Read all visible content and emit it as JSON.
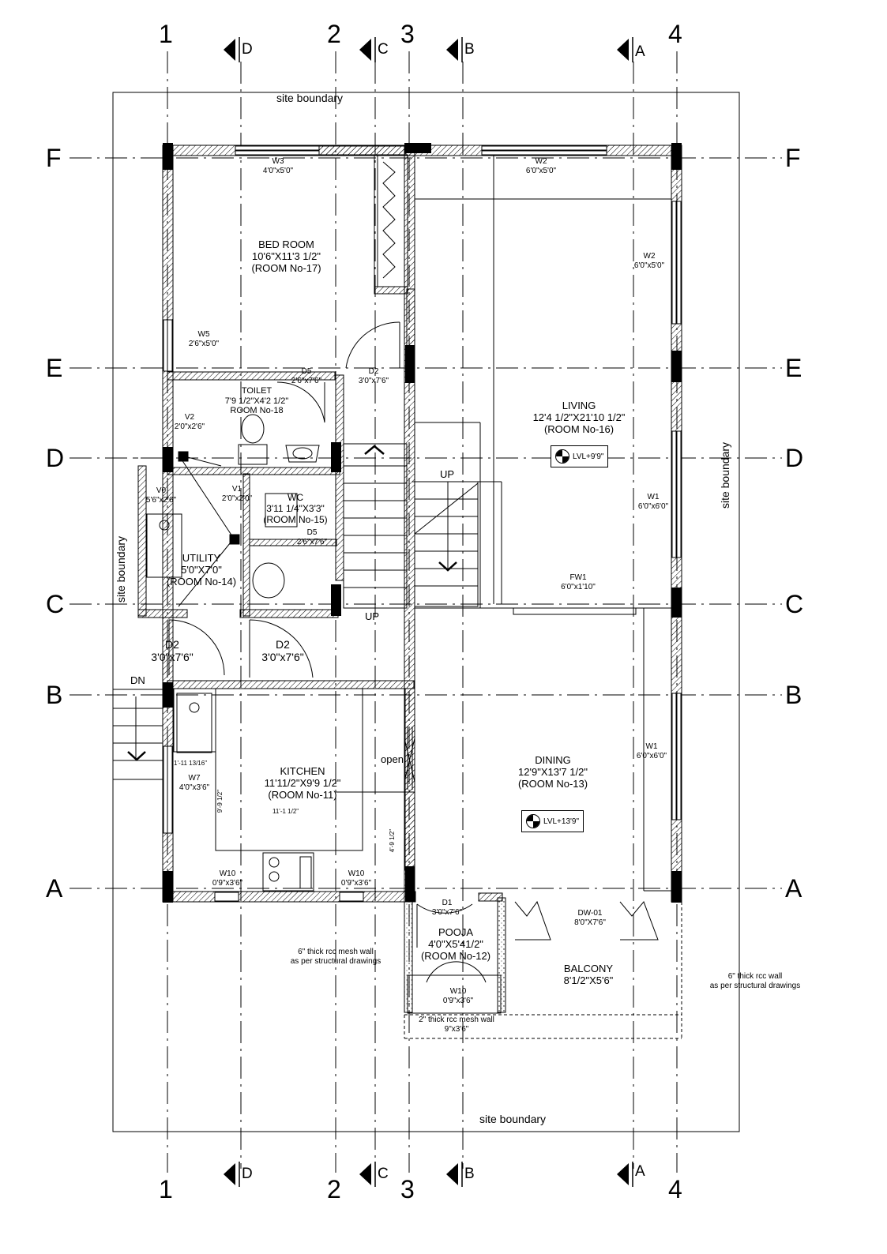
{
  "grid": {
    "numbers": [
      "1",
      "2",
      "3",
      "4"
    ],
    "letters": [
      "A",
      "B",
      "C",
      "D",
      "E",
      "F"
    ],
    "sections": [
      "D",
      "C",
      "B",
      "A"
    ]
  },
  "site": {
    "top": "site boundary",
    "bottom": "site boundary",
    "left": "site boundary",
    "right": "site boundary"
  },
  "rooms": {
    "bedroom": {
      "name": "BED ROOM",
      "size": "10'6\"X11'3 1/2\"",
      "no": "(ROOM No-17)"
    },
    "living": {
      "name": "LIVING",
      "size": "12'4 1/2\"X21'10 1/2\"",
      "no": "(ROOM No-16)"
    },
    "toilet": {
      "name": "TOILET",
      "size": "7'9 1/2\"X4'2 1/2\"",
      "no": "ROOM No-18"
    },
    "wc": {
      "name": "WC",
      "size": "3'11 1/4\"X3'3\"",
      "no": "(ROOM No-15)"
    },
    "utility": {
      "name": "UTILITY",
      "size": "5'0\"X7'0\"",
      "no": "(ROOM No-14)"
    },
    "kitchen": {
      "name": "KITCHEN",
      "size": "11'11/2\"X9'9 1/2\"",
      "no": "(ROOM No-11)"
    },
    "dining": {
      "name": "DINING",
      "size": "12'9\"X13'7 1/2\"",
      "no": "(ROOM No-13)"
    },
    "pooja": {
      "name": "POOJA",
      "size": "4'0\"X5'41/2\"",
      "no": "(ROOM No-12)"
    },
    "balcony": {
      "name": "BALCONY",
      "size": "8'1/2\"X5'6\""
    }
  },
  "openings": {
    "w3": {
      "tag": "W3",
      "size": "4'0\"x5'0\""
    },
    "w2_top": {
      "tag": "W2",
      "size": "6'0\"x5'0\""
    },
    "w2_right": {
      "tag": "W2",
      "size": "6'0\"x5'0\""
    },
    "w5": {
      "tag": "W5",
      "size": "2'6\"x5'0\""
    },
    "d5_top": {
      "tag": "D5",
      "size": "2'6\"x7'6\""
    },
    "d2_top": {
      "tag": "D2",
      "size": "3'0\"x7'6\""
    },
    "v2": {
      "tag": "V2",
      "size": "2'0\"x2'6\""
    },
    "v0": {
      "tag": "V0",
      "size": "5'6\"x2'6\""
    },
    "v1": {
      "tag": "V1",
      "size": "2'0\"x2'0\""
    },
    "d5_wc": {
      "tag": "D5",
      "size": "2'6\"x7'6\""
    },
    "w1_living": {
      "tag": "W1",
      "size": "6'0\"x6'0\""
    },
    "fw1": {
      "tag": "FW1",
      "size": "6'0\"x1'10\""
    },
    "d2_left": {
      "tag": "D2",
      "size": "3'0\"x7'6\""
    },
    "d2_mid": {
      "tag": "D2",
      "size": "3'0\"x7'6\""
    },
    "w1_dining": {
      "tag": "W1",
      "size": "6'0\"x6'0\""
    },
    "w7": {
      "tag": "W7",
      "size": "4'0\"x3'6\""
    },
    "w10_a": {
      "tag": "W10",
      "size": "0'9\"x3'6\""
    },
    "w10_b": {
      "tag": "W10",
      "size": "0'9\"x3'6\""
    },
    "d1": {
      "tag": "D1",
      "size": "3'0\"x7'6\""
    },
    "dw01": {
      "tag": "DW-01",
      "size": "8'0\"X7'6\""
    },
    "w10_pooja": {
      "tag": "W10",
      "size": "0'9\"x3'6\""
    }
  },
  "labels": {
    "up_a": "UP",
    "up_b": "UP",
    "dn": "DN",
    "open": "open",
    "dim_kitchen_left": "1'-11 13/16\"",
    "dim_kitchen_bottom": "11'-1 1/2\"",
    "dim_kitchen_vert": "9'-9 1/2\"",
    "dim_open_vert": "4'-9 1/2\"",
    "lvl_living": "LVL+9'9\"",
    "lvl_dining": "LVL+13'9\"",
    "note_mesh_a": "6\" thick rcc mesh wall",
    "note_mesh_b": "as per structural drawings",
    "note_rcc_a": "6\" thick rcc wall",
    "note_rcc_b": "as per structural drawings",
    "note_thin_a": "2\" thick rcc mesh wall",
    "note_thin_b": "9\"x3'6\""
  }
}
